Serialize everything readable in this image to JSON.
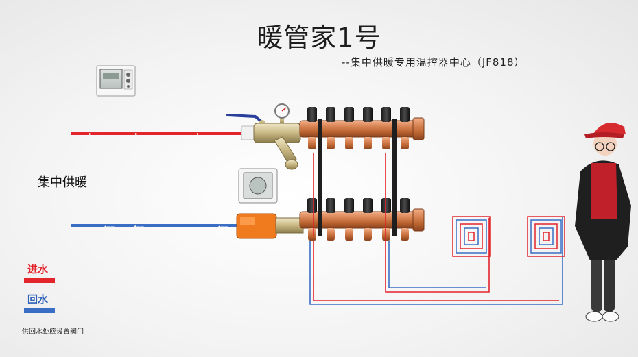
{
  "header": {
    "title": "暖管家1号",
    "subtitle": "--集中供暖专用温控器中心（JF818）"
  },
  "labels": {
    "central_heating": "集中供暖"
  },
  "legend": {
    "supply_label": "进水",
    "return_label": "回水",
    "supply_color": "#e3242b",
    "return_color": "#3a6ec4"
  },
  "footnote": "供回水处应设置阀门",
  "icons": [
    "thermostat-panel-icon",
    "pressure-gauge-icon",
    "ball-valve-icon",
    "y-strainer-icon",
    "room-thermostat-icon",
    "electric-actuator-icon",
    "manifold-icon",
    "floor-heating-coil-icon",
    "person-mascot-icon"
  ]
}
